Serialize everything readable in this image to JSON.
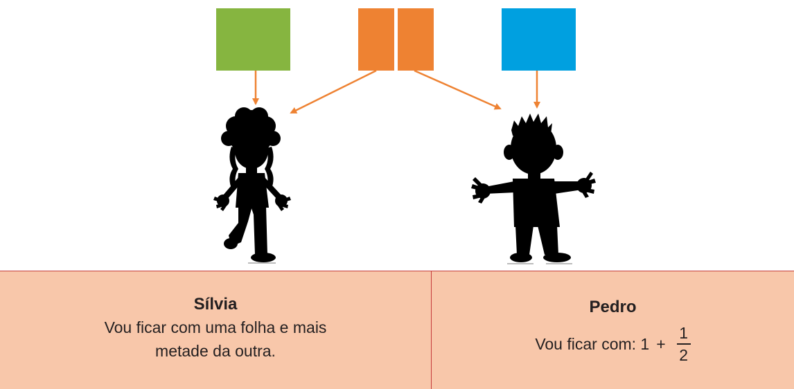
{
  "colors": {
    "green_sheet": "#86b540",
    "orange_sheet": "#ee8232",
    "blue_sheet": "#00a0e0",
    "arrow": "#ee8232",
    "table_fill": "#f8c7aa",
    "table_border": "#c43a3a",
    "silhouette": "#000000"
  },
  "silvia": {
    "name": "Sílvia",
    "line1": "Vou ficar com uma folha e mais",
    "line2": "metade da outra."
  },
  "pedro": {
    "name": "Pedro",
    "prefix": "Vou ficar com: 1",
    "operator": "+",
    "numerator": "1",
    "denominator": "2"
  }
}
